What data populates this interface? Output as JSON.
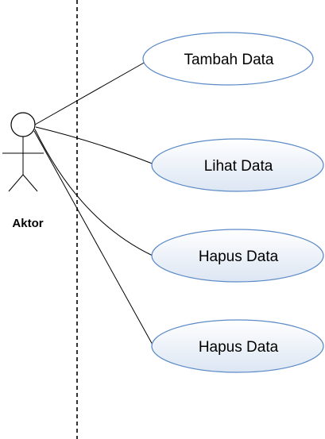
{
  "actor": {
    "name": "Aktor"
  },
  "use_cases": [
    {
      "label": "Tambah Data"
    },
    {
      "label": "Lihat Data"
    },
    {
      "label": "Hapus Data"
    },
    {
      "label": "Hapus Data"
    }
  ],
  "colors": {
    "ellipse_fill_light": "#ffffff",
    "ellipse_fill_dark": "#dce6f3",
    "ellipse_stroke": "#5b8ac7",
    "line": "#000000"
  }
}
